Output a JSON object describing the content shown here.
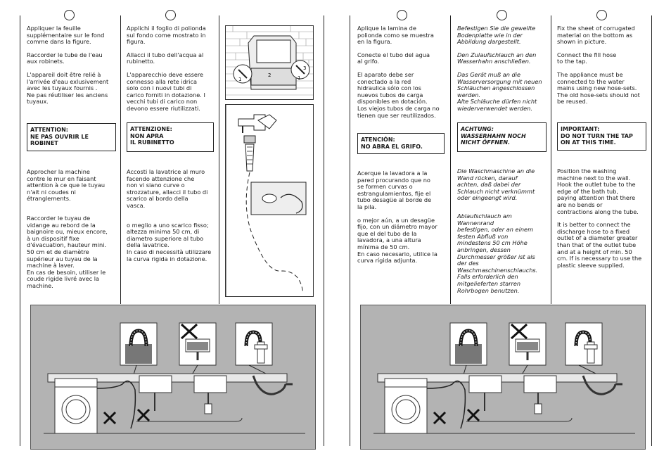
{
  "left_page": {
    "fr": {
      "p1": "Appliquer la feuille\nsupplémentaire sur le fond\ncomme dans la figure.",
      "p2": "Raccorder le tube de l'eau\naux robinets.",
      "p3": "L'appareil doit être relié à\nl'arrivée d'eau exlusivement\navec les tuyaux fournis .\nNe pas réutiliser  les anciens\ntuyaux.",
      "warning": "ATTENTION:\nNE PAS OUVRIR LE\nROBINET",
      "p4": "Approcher la machine\ncontre le mur en faisant\nattention à ce que le tuyau\nn'ait ni coudes ni\nétranglements.",
      "p5": "Raccorder le tuyau de\nvidange au rebord de la\nbaignoire ou, mieux encore,\nà un dispositif fixe\nd'évacuation, hauteur mini.\n50 cm et de diamètre\nsupérieur au tuyau de la\nmachine à laver.\nEn cas de besoin, utiliser le\ncoude rigide livré avec la\nmachine."
    },
    "it": {
      "p1": "Applichi il foglio di polionda\nsul fondo come mostrato in\nfigura.",
      "p2": "Allacci il tubo dell'acqua al\nrubinetto.",
      "p3": "L'apparecchio deve essere\nconnesso alla rete idrica\nsolo con i nuovi tubi di\ncarico forniti in dotazione. I\nvecchi tubi di carico non\ndevono essere riutilizzati.",
      "warning": "ATTENZIONE:\nNON APRA\nIL RUBINETTO",
      "p4": "Accosti la lavatrice al muro\nfacendo attenzione che\nnon vi siano curve o\nstrozzature, allacci il tubo di\nscarico al bordo della\nvasca.",
      "p5": "o meglio a uno scarico fisso;\naltezza minima 50 cm, di\ndiametro superiore al tubo\ndella lavatrice.\nIn caso di necessità utilizzare\nla curva rigida in dotazione."
    },
    "figure_labels": [
      "1",
      "2",
      "3",
      "1"
    ]
  },
  "right_page": {
    "es": {
      "p1": "Aplique la lamina de\npolionda como se muestra\nen la figura.",
      "p2": "Conecte el tubo del agua\nal grifo.",
      "p3": "El aparato debe ser\nconectado a la red\nhidraulica sólo con los\nnuevos tubos de carga\ndisponibles en dotación.\nLos viejos tubos de carga no\ntienen que ser reutilizados.",
      "warning": "ATENCIÓN:\nNO ABRA EL GRIFO.",
      "p4": "Acerque la lavadora a la\npared procurando que no\nse formen curvas o\nestrangulamientos, fije el\ntubo desagüe al borde de\nla pila.",
      "p5": "o mejor aún, a un desagüe\nfijo, con un diámetro mayor\nque el del tubo de la\nlavadora, a una altura\nmínima de 50 cm.\nEn caso necesario, utilice la\ncurva rígida adjunta."
    },
    "de": {
      "p1": "Befestigen Sie die gewellte\nBodenplatte wie in der\nAbbildung dargestellt.",
      "p2": "Den Zulaufschlauch an den\nWasserhahn anschließen.",
      "p3": "Das Gerät muß an die\nWasserversorgung mit neuen\nSchläuchen angeschlossen\nwerden.\nAlte Schläuche dürfen nicht\nwiederverwendet werden.",
      "warning": "ACHTUNG:\nWASSERHAHN NOCH\nNICHT ÖFFNEN.",
      "p4": "Die Waschmaschine an die\nWand rücken, darauf\nachten, daß dabei der\nSchlauch nicht verknümmt\noder eingeengt wird.",
      "p5": "Ablaufschlauch am\nWannenrand\nbefestigen, oder an einem\nfesten Abfluß von\nmindestens 50 cm Höhe\nanbringen, dessen\nDurchmesser größer ist als\nder des\nWaschmaschinenschlauchs.\nFalls erforderlich den\nmitgelieferten starren\nRohrbogen benutzen."
    },
    "en": {
      "p1": "Fix the sheet of corrugated\nmaterial on the bottom as\nshown in picture.",
      "p2": "Connect the fill hose\nto the tap.",
      "p3": "The appliance must be\nconnected to the water\nmains using new hose-sets.\nThe old hose-sets should not\nbe reused.",
      "warning": "IMPORTANT:\nDO NOT TURN THE TAP\nON AT THIS TIME.",
      "p4": "Position the washing\nmachine next to the wall.\nHook the outlet tube to the\nedge of the bath tub,\npaying attention that there\nare no bends or\ncontractions along the tube.",
      "p5": "It is better to connect the\ndischarge hose to a fixed\noutlet of a diameter greater\nthan that of the outlet tube\nand at a height of min. 50\ncm. If is necessary to use the\nplastic sleeve supplied."
    }
  }
}
